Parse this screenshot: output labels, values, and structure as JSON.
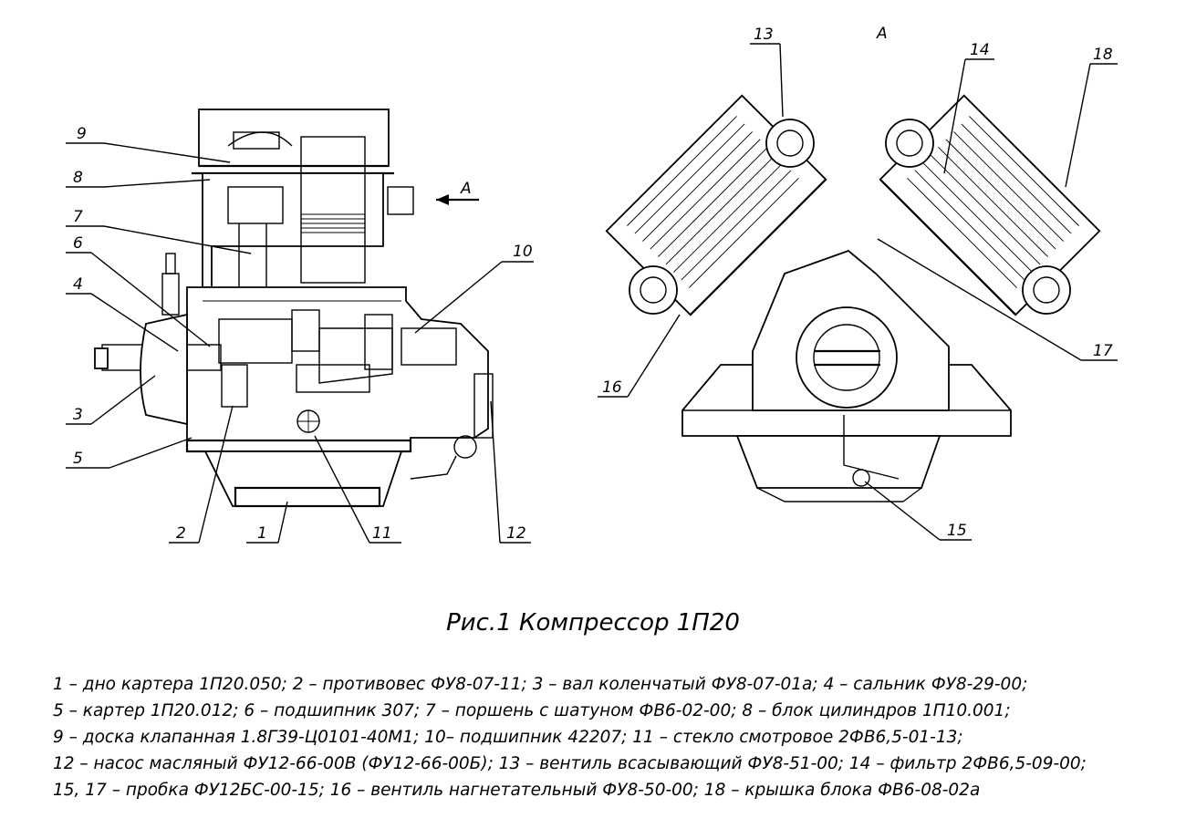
{
  "view_label": "А",
  "arrow_label": "А",
  "callouts_left": [
    "9",
    "8",
    "7",
    "6",
    "4",
    "3",
    "5",
    "2",
    "1",
    "11",
    "12",
    "10"
  ],
  "callouts_right": [
    "13",
    "14",
    "18",
    "16",
    "17",
    "15"
  ],
  "caption": "Рис.1  Компрессор 1П20",
  "legend": [
    "1 – дно картера 1П20.050; 2 – противовес ФУ8-07-11; 3 – вал коленчатый ФУ8-07-01а; 4 – сальник ФУ8-29-00;",
    "5 – картер 1П20.012; 6 – подшипник 307; 7 – поршень с шатуном ФВ6-02-00; 8 – блок цилиндров 1П10.001;",
    "9 – доска клапанная 1.8Г39-Ц0101-40М1; 10– подшипник 42207; 11 – стекло смотровое 2ФВ6,5-01-13;",
    "12 – насос масляный ФУ12-66-00В (ФУ12-66-00Б); 13 – вентиль всасывающий ФУ8-51-00; 14 – фильтр 2ФВ6,5-09-00;",
    "15, 17 – пробка ФУ12БС-00-15; 16 – вентиль нагнетательный ФУ8-50-00; 18 – крышка блока ФВ6-08-02а"
  ]
}
